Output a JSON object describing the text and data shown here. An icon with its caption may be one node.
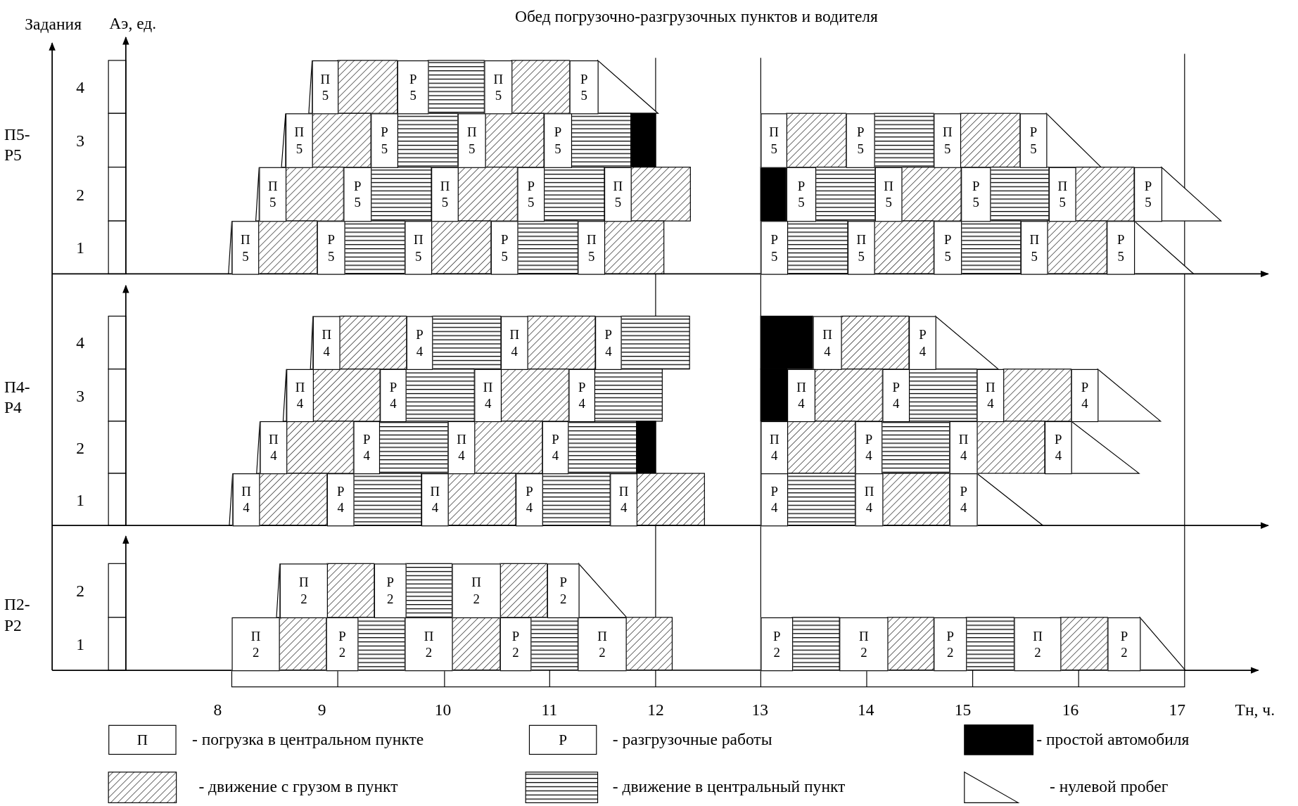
{
  "diagram": {
    "labels": [
      "Задания",
      "Аэ, ед.",
      "Обед погрузочно-разгрузочных пунктов и водителя",
      "П5- Р5",
      "4",
      "3",
      "2",
      "1",
      "П 5",
      "Р 5",
      "П 5",
      "Р 5",
      "П 5",
      "Р 5",
      "П 5",
      "Р 5",
      "П 5",
      "Р 5",
      "П 5",
      "Р 5",
      "П 5",
      "Р 5",
      "П 5",
      "Р 5",
      "П 5",
      "Р 5",
      "П 5",
      "Р 5",
      "П 5",
      "Р 5",
      "П 5",
      "Р 5",
      "П 5",
      "Р 5",
      "П 5",
      "Р 5",
      "П 5",
      "Р 5",
      "П 5",
      "Р 5",
      "П4- Р4",
      "4",
      "3",
      "2",
      "1",
      "П 4",
      "Р 4",
      "П 4",
      "Р 4",
      "П 4",
      "Р 4",
      "П 4",
      "Р 4",
      "П 4",
      "Р 4",
      "П 4",
      "Р 4",
      "П 4",
      "Р 4",
      "П 4",
      "Р 4",
      "П 4",
      "Р 4",
      "П 4",
      "Р 4",
      "П 4",
      "Р 4",
      "П 4",
      "Р 4",
      "П 4",
      "Р 4",
      "П 4",
      "Р 4",
      "П 4",
      "Р 4",
      "П2- Р2",
      "2",
      "1",
      "П 2",
      "Р 2",
      "П 2",
      "Р 2",
      "П 2",
      "Р 2",
      "П 2",
      "Р 2",
      "П 2",
      "Р 2",
      "П 2",
      "Р 2",
      "П 2",
      "Р 2",
      "8",
      "9",
      "10",
      "11",
      "12",
      "13",
      "14",
      "15",
      "16",
      "17",
      "Тн, ч.",
      "П",
      "Р"
    ],
    "legend": [
      {
        "text": "- погрузка в центральном пункте"
      },
      {
        "text": "- разгрузочные работы"
      },
      {
        "text": "- простой автомобиля",
        "color": "#000000"
      },
      {
        "text": "- движение с грузом в пункт"
      },
      {
        "text": "- движение в центральный пункт"
      },
      {
        "text": "- нулевой пробег"
      }
    ]
  }
}
